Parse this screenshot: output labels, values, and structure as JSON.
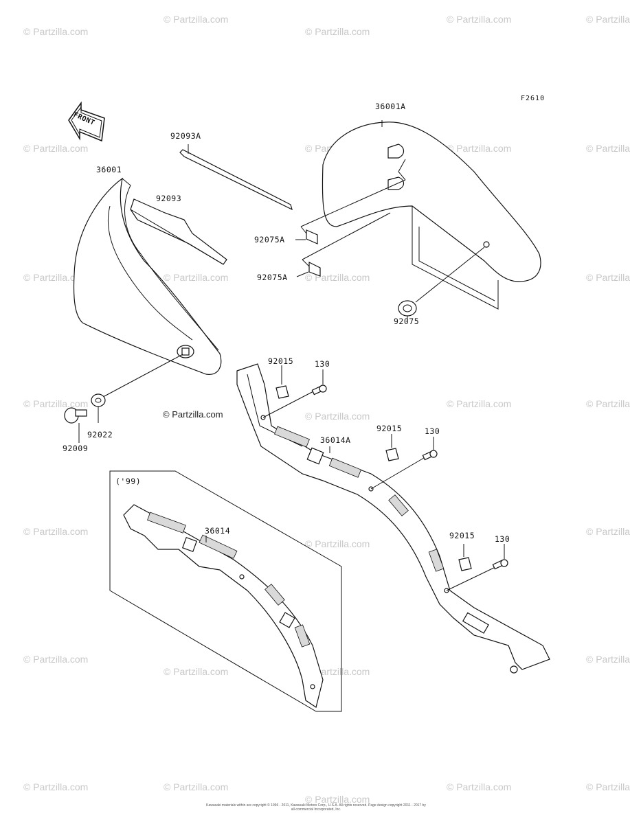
{
  "figure_id": "F2610",
  "front_label": "FRONT",
  "parts": [
    {
      "key": "p36001A",
      "label": "36001A"
    },
    {
      "key": "p92093A",
      "label": "92093A"
    },
    {
      "key": "p36001",
      "label": "36001"
    },
    {
      "key": "p92093",
      "label": "92093"
    },
    {
      "key": "p92075A_1",
      "label": "92075A"
    },
    {
      "key": "p92075A_2",
      "label": "92075A"
    },
    {
      "key": "p92075",
      "label": "92075"
    },
    {
      "key": "p92015_1",
      "label": "92015"
    },
    {
      "key": "p130_1",
      "label": "130"
    },
    {
      "key": "p92015_2",
      "label": "92015"
    },
    {
      "key": "p130_2",
      "label": "130"
    },
    {
      "key": "p36014A",
      "label": "36014A"
    },
    {
      "key": "p92022",
      "label": "92022"
    },
    {
      "key": "p92009",
      "label": "92009"
    },
    {
      "key": "p99",
      "label": "('99)"
    },
    {
      "key": "p36014",
      "label": "36014"
    },
    {
      "key": "p92015_3",
      "label": "92015"
    },
    {
      "key": "p130_3",
      "label": "130"
    }
  ],
  "watermark_text": "© Partzilla.com",
  "center_watermark": "© Partzilla.com",
  "footer_text": "Kawasaki materials within are copyright © 1996 - 2011, Kawasaki Motors Corp., U.S.A. All rights reserved. Page design copyright 2011 - 2017 by all-commercial Incorporated, Inc.",
  "colors": {
    "line": "#111111",
    "watermark": "#c8c8c8",
    "background": "#ffffff"
  }
}
